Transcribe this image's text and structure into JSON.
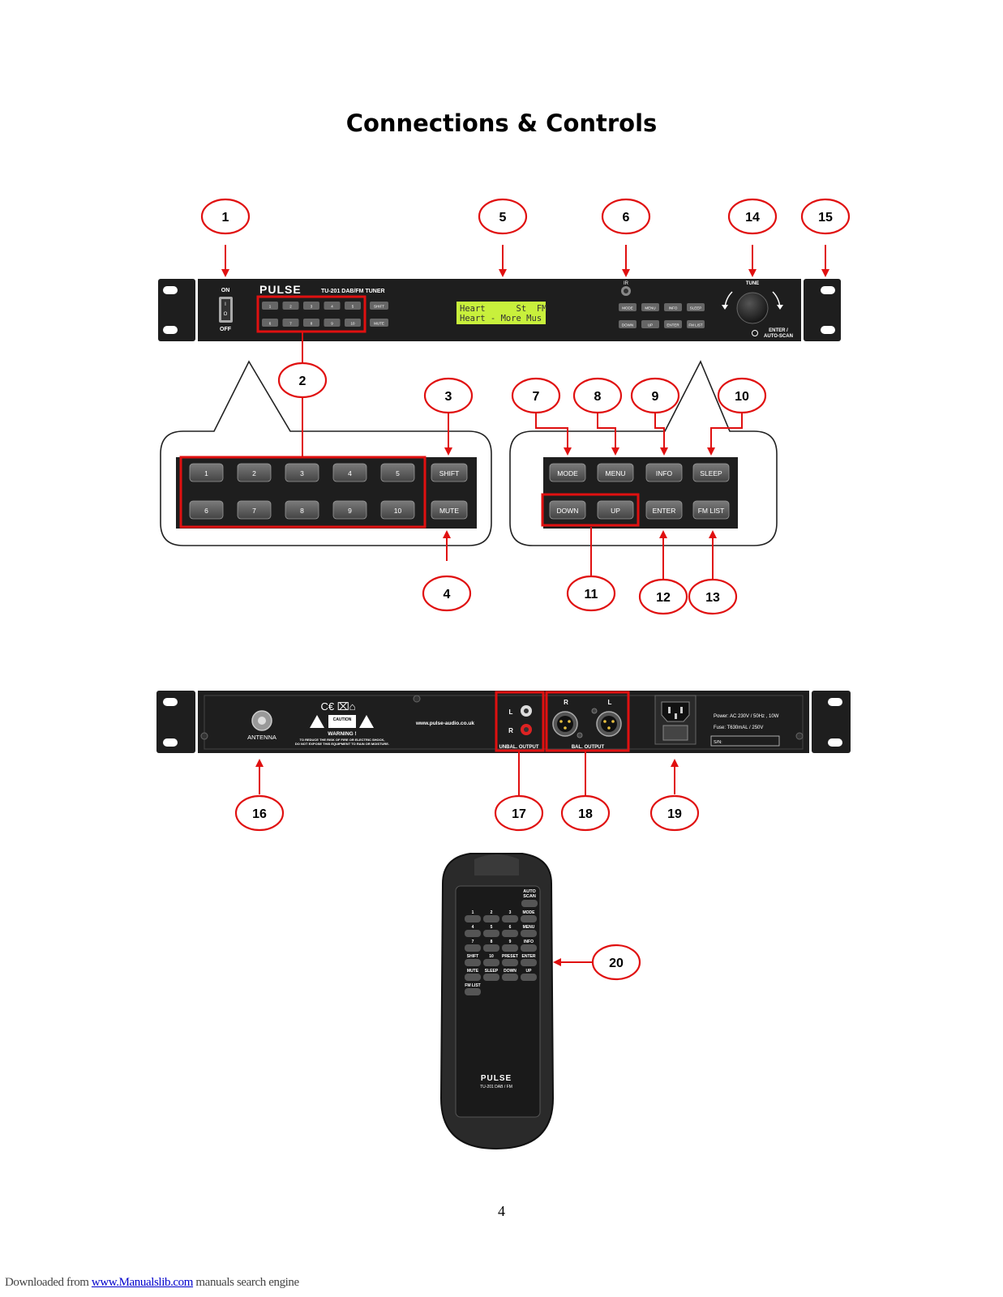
{
  "title": "Connections & Controls",
  "page_number": "4",
  "footer": {
    "prefix": "Downloaded from ",
    "link_text": "www.Manualslib.com",
    "suffix": " manuals search engine"
  },
  "callout_numbers": [
    "1",
    "2",
    "3",
    "4",
    "5",
    "6",
    "7",
    "8",
    "9",
    "10",
    "11",
    "12",
    "13",
    "14",
    "15",
    "16",
    "17",
    "18",
    "19",
    "20"
  ],
  "front_panel": {
    "brand": "PULSE",
    "model": "TU-201 DAB/FM TUNER",
    "power_on": "ON",
    "power_off": "OFF",
    "power_mark_on": "I",
    "power_mark_off": "O",
    "lcd_line1": "Heart      St  FM",
    "lcd_line2": "Heart - More Mus",
    "ir_label": "IR",
    "tune_label": "TUNE",
    "enter_label": "ENTER /",
    "autoscan_label": "AUTO-SCAN",
    "small_presets": [
      "1",
      "2",
      "3",
      "4",
      "5",
      "6",
      "7",
      "8",
      "9",
      "10"
    ],
    "small_shift": "SHIFT",
    "small_mute": "MUTE",
    "small_mode": "MODE",
    "small_menu": "MENU",
    "small_info": "INFO",
    "small_sleep": "SLEEP",
    "small_down": "DOWN",
    "small_up": "UP",
    "small_enter": "ENTER",
    "small_fmlist": "FM LIST"
  },
  "zoom_left": {
    "presets": [
      "1",
      "2",
      "3",
      "4",
      "5",
      "6",
      "7",
      "8",
      "9",
      "10"
    ],
    "shift": "SHIFT",
    "mute": "MUTE"
  },
  "zoom_right": {
    "mode": "MODE",
    "menu": "MENU",
    "info": "INFO",
    "sleep": "SLEEP",
    "down": "DOWN",
    "up": "UP",
    "enter": "ENTER",
    "fm_list": "FM LIST"
  },
  "rear_panel": {
    "antenna": "ANTENNA",
    "ce_mark": "C€ ⌧⌂",
    "caution": "CAUTION",
    "warning": "WARNING !",
    "warning_line1": "TO REDUCE THE RISK OF FIRE OR ELECTRIC SHOCK,",
    "warning_line2": "DO NOT EXPOSE THIS EQUIPMENT TO RAIN OR MOISTURE.",
    "website": "www.pulse-audio.co.uk",
    "unbal_l": "L",
    "unbal_r": "R",
    "unbal_output": "UNBAL. OUTPUT",
    "bal_r": "R",
    "bal_l": "L",
    "bal_output": "BAL. OUTPUT",
    "power_spec": "Power: AC 230V / 50Hz , 10W",
    "fuse_spec": "Fuse: T630mAL / 250V",
    "serial": "S/N:"
  },
  "remote": {
    "auto_scan_1": "AUTO",
    "auto_scan_2": "SCAN",
    "labels": [
      "1",
      "2",
      "3",
      "MODE",
      "4",
      "5",
      "6",
      "MENU",
      "7",
      "8",
      "9",
      "INFO",
      "SHIFT",
      "10",
      "PRESET",
      "ENTER",
      "MUTE",
      "SLEEP",
      "DOWN",
      "UP",
      "FM LIST"
    ],
    "brand": "PULSE",
    "model": "TU-201 DAB / FM"
  },
  "colors": {
    "callout": "#e01010",
    "panel": "#1e1e1e",
    "lcd": "#c8f03c",
    "button": "#5a5a5a"
  }
}
